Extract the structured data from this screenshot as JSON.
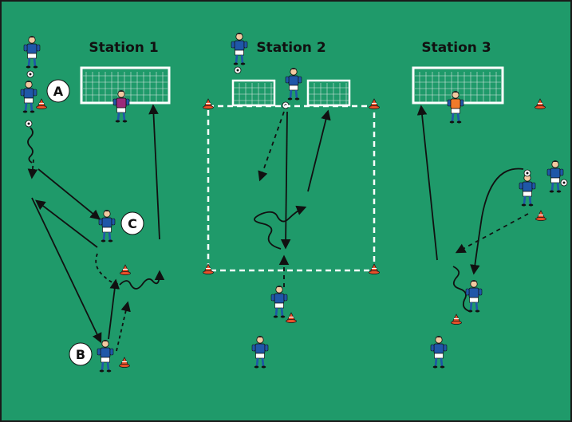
{
  "stations": [
    {
      "title": "Station 1"
    },
    {
      "title": "Station 2"
    },
    {
      "title": "Station 3"
    }
  ],
  "markers": [
    "A",
    "B",
    "C"
  ],
  "colors": {
    "pitch": "#1f9a6a",
    "border": "#1a1a1a",
    "shirt": "#1f57a8",
    "shorts": "#ffffff",
    "goalkeeper_1": "#9b2a7a",
    "goalkeeper_3": "#f07a2a",
    "cone": "#e8502a"
  }
}
